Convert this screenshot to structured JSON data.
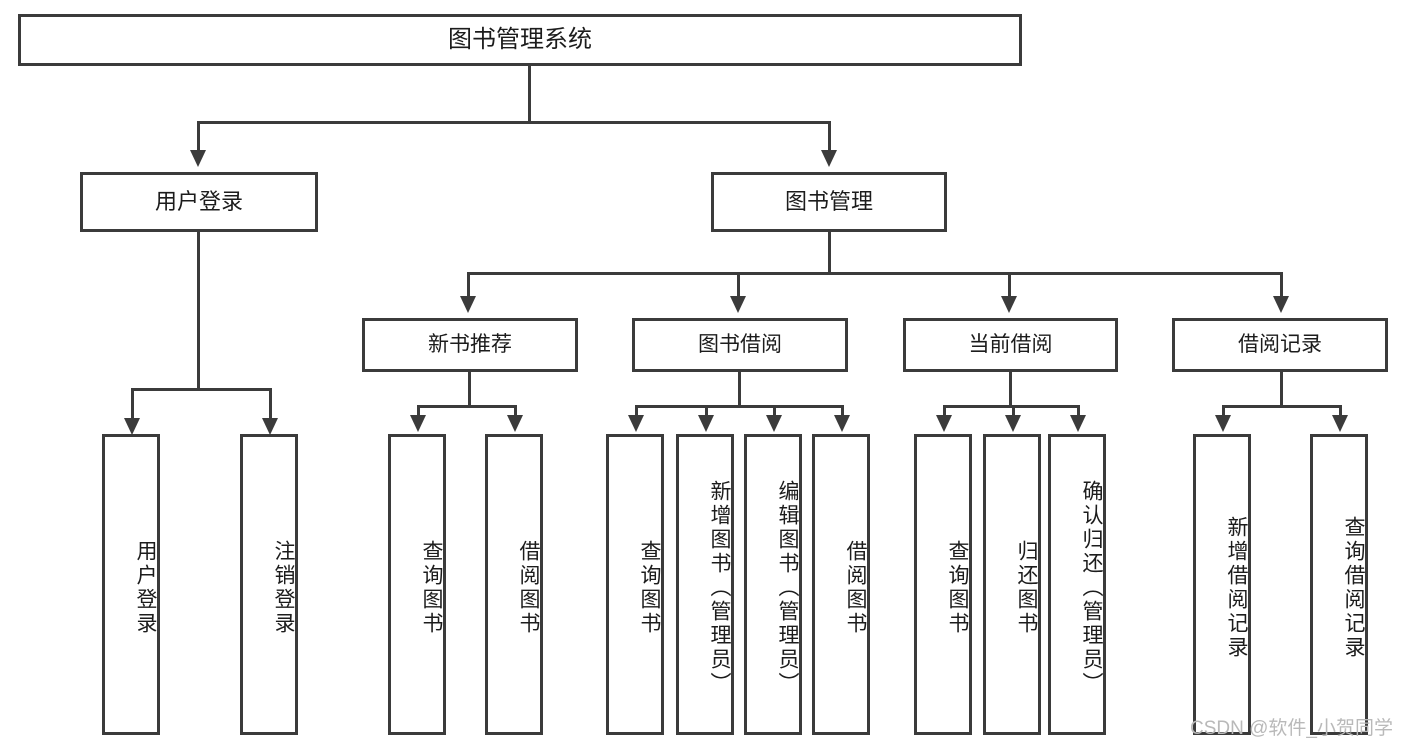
{
  "diagram": {
    "title": "图书管理系统",
    "type": "tree-hierarchy-diagram",
    "colors": {
      "stroke": "#3b3b3b",
      "fill": "#ffffff",
      "text": "#1c1c1c",
      "watermark": "#b9b9b9"
    },
    "root": {
      "label": "图书管理系统"
    },
    "level1": [
      {
        "label": "用户登录"
      },
      {
        "label": "图书管理"
      }
    ],
    "level2": [
      {
        "label": "新书推荐"
      },
      {
        "label": "图书借阅"
      },
      {
        "label": "当前借阅"
      },
      {
        "label": "借阅记录"
      }
    ],
    "leaves": {
      "user_login": [
        {
          "label": "用户登录"
        },
        {
          "label": "注销登录"
        }
      ],
      "new_book_recommend": [
        {
          "label": "查询图书"
        },
        {
          "label": "借阅图书"
        }
      ],
      "book_borrow": [
        {
          "label": "查询图书"
        },
        {
          "label": "新增图书（管理员）"
        },
        {
          "label": "编辑图书（管理员）"
        },
        {
          "label": "借阅图书"
        }
      ],
      "current_borrow": [
        {
          "label": "查询图书"
        },
        {
          "label": "归还图书"
        },
        {
          "label": "确认归还（管理员）"
        }
      ],
      "borrow_record": [
        {
          "label": "新增借阅记录"
        },
        {
          "label": "查询借阅记录"
        }
      ]
    },
    "watermark": "CSDN @软件_小贺同学"
  }
}
